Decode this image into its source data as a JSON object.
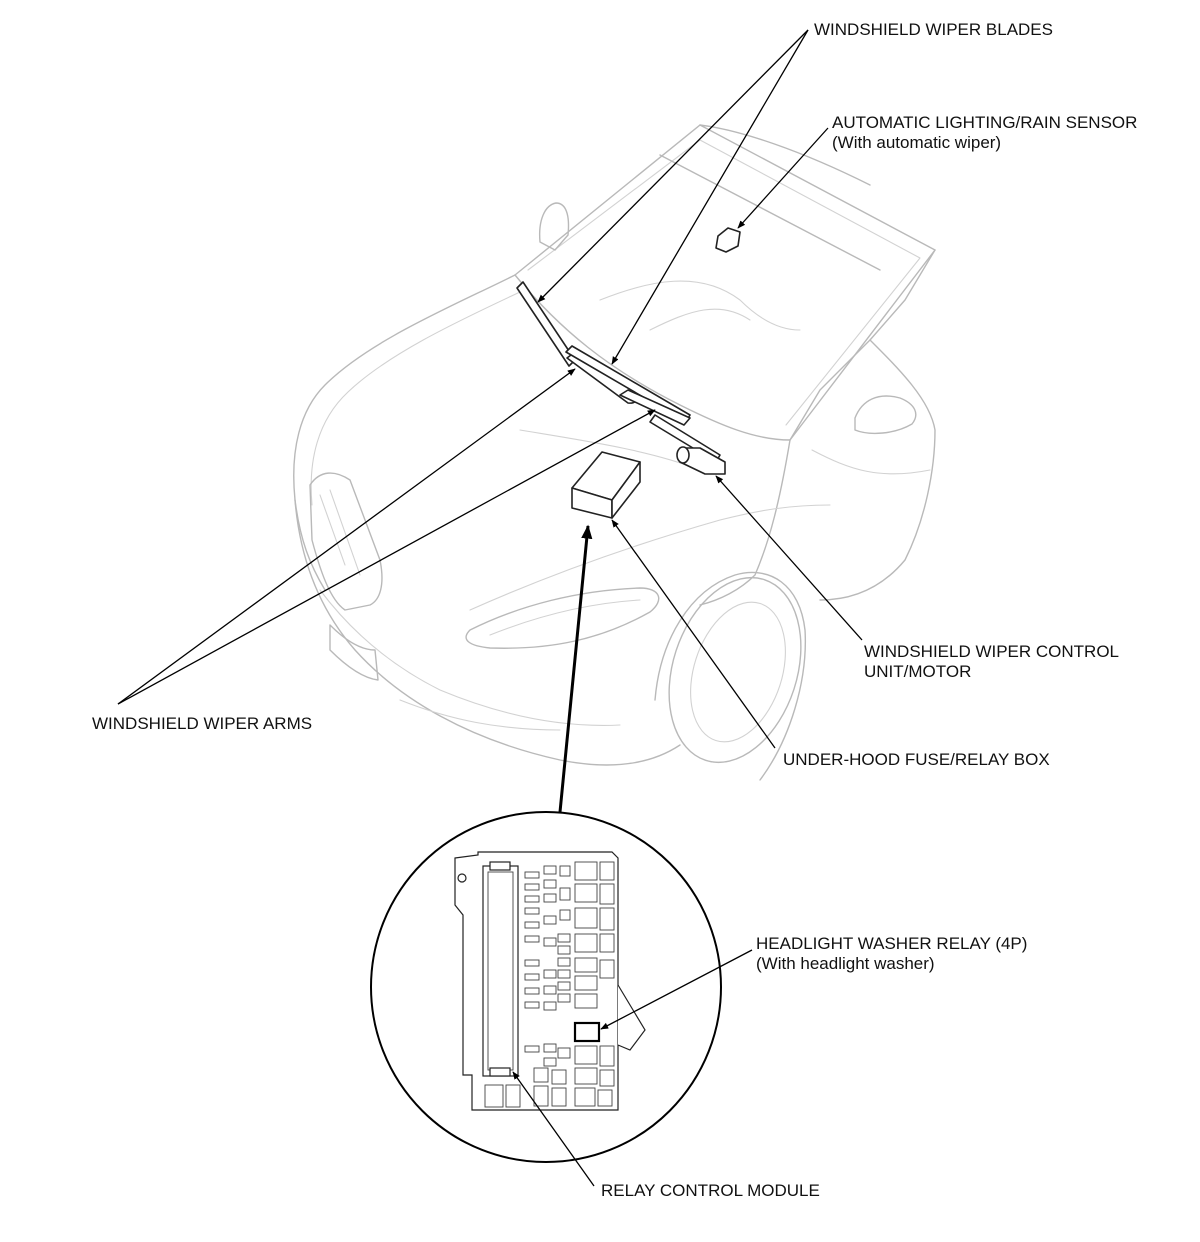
{
  "labels": {
    "wiper_blades": "WINDSHIELD WIPER BLADES",
    "rain_sensor_line1": "AUTOMATIC LIGHTING/RAIN SENSOR",
    "rain_sensor_line2": "(With automatic wiper)",
    "wiper_control_line1": "WINDSHIELD WIPER CONTROL",
    "wiper_control_line2": "UNIT/MOTOR",
    "wiper_arms": "WINDSHIELD WIPER ARMS",
    "fuse_box": "UNDER-HOOD FUSE/RELAY BOX",
    "headlight_relay_line1": "HEADLIGHT WASHER RELAY (4P)",
    "headlight_relay_line2": "(With headlight washer)",
    "relay_module": "RELAY CONTROL MODULE"
  },
  "colors": {
    "leader": "#000000",
    "car_outline": "#b9b9b9",
    "part_outline": "#222222"
  }
}
